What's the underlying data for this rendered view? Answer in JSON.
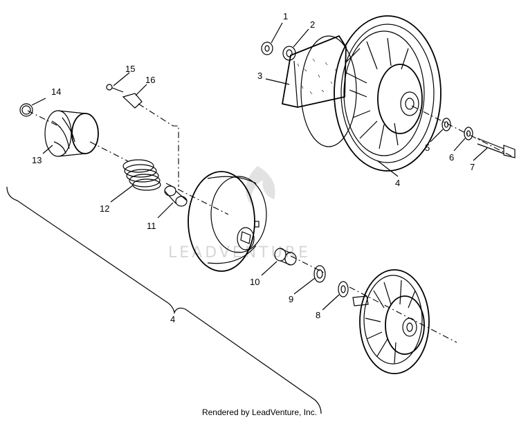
{
  "callouts": {
    "c1": "1",
    "c2": "2",
    "c3": "3",
    "c4_top": "4",
    "c5": "5",
    "c6": "6",
    "c7": "7",
    "c8": "8",
    "c9": "9",
    "c10": "10",
    "c11": "11",
    "c12": "12",
    "c13": "13",
    "c14": "14",
    "c15": "15",
    "c16": "16",
    "c4_bottom": "4"
  },
  "watermark": "LEADVENTURE",
  "footer": "Rendered by LeadVenture, Inc."
}
